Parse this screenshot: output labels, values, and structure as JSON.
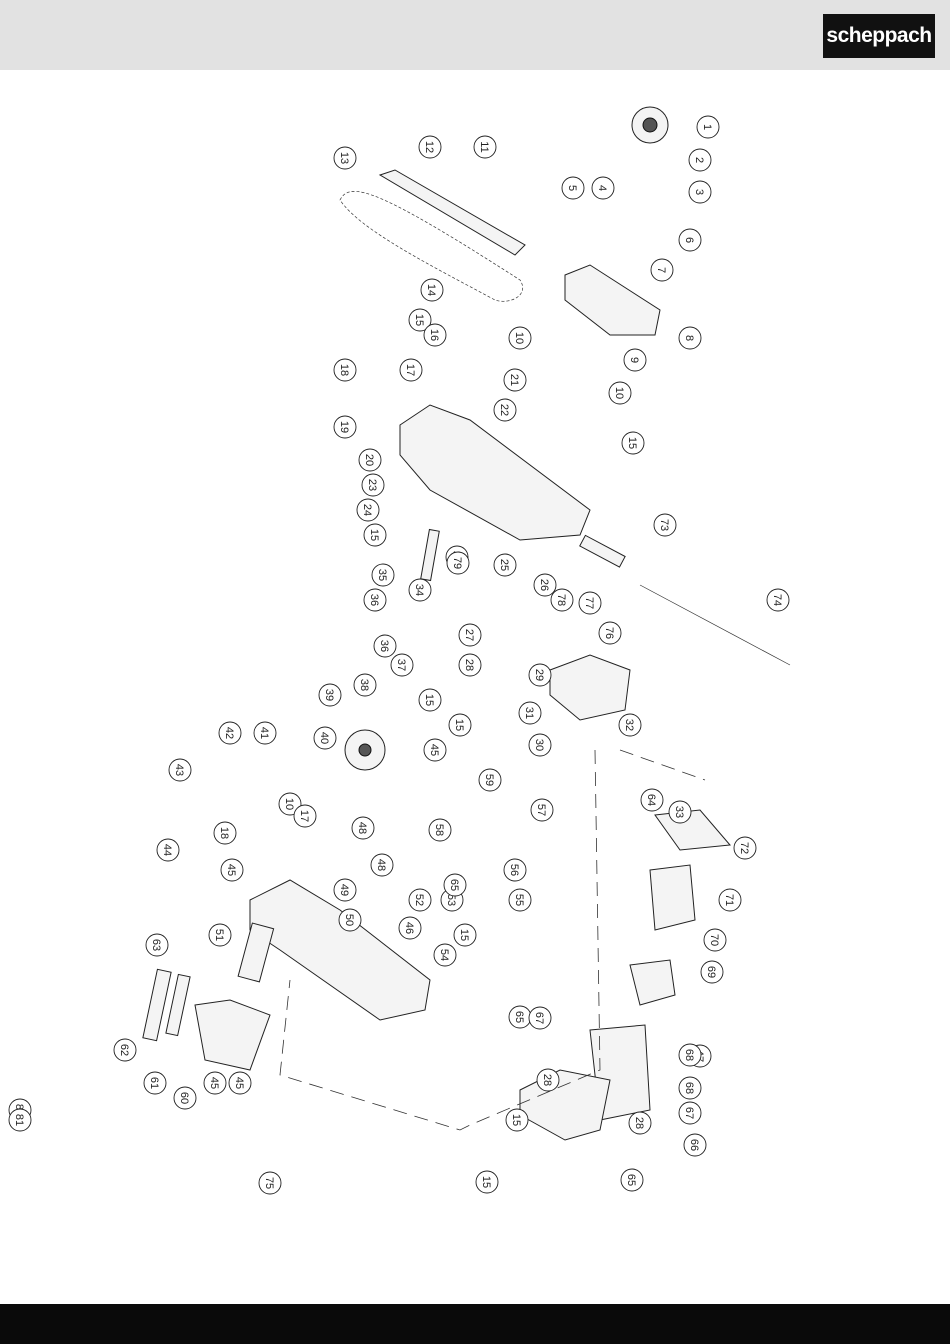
{
  "header": {
    "brand": "scheppach",
    "background": "#e2e2e2"
  },
  "footer": {
    "background": "#0a0a0a"
  },
  "callouts": [
    "1",
    "2",
    "3",
    "4",
    "5",
    "6",
    "7",
    "8",
    "9",
    "10",
    "10",
    "10",
    "11",
    "12",
    "13",
    "14",
    "15",
    "15",
    "15",
    "15",
    "15",
    "15",
    "15",
    "15",
    "16",
    "17",
    "17",
    "18",
    "18",
    "19",
    "20",
    "21",
    "22",
    "23",
    "24",
    "25",
    "26",
    "27",
    "28",
    "28",
    "28",
    "29",
    "30",
    "31",
    "32",
    "33",
    "33",
    "34",
    "35",
    "36",
    "36",
    "37",
    "38",
    "39",
    "40",
    "41",
    "42",
    "43",
    "44",
    "45",
    "45",
    "45",
    "45",
    "46",
    "47",
    "48",
    "48",
    "49",
    "50",
    "51",
    "52",
    "53",
    "54",
    "55",
    "56",
    "57",
    "58",
    "59",
    "60",
    "61",
    "62",
    "63",
    "64",
    "65",
    "65",
    "65",
    "66",
    "67",
    "67",
    "68",
    "68",
    "69",
    "70",
    "71",
    "72",
    "73",
    "74",
    "75",
    "76",
    "77",
    "78",
    "79",
    "80",
    "81"
  ]
}
